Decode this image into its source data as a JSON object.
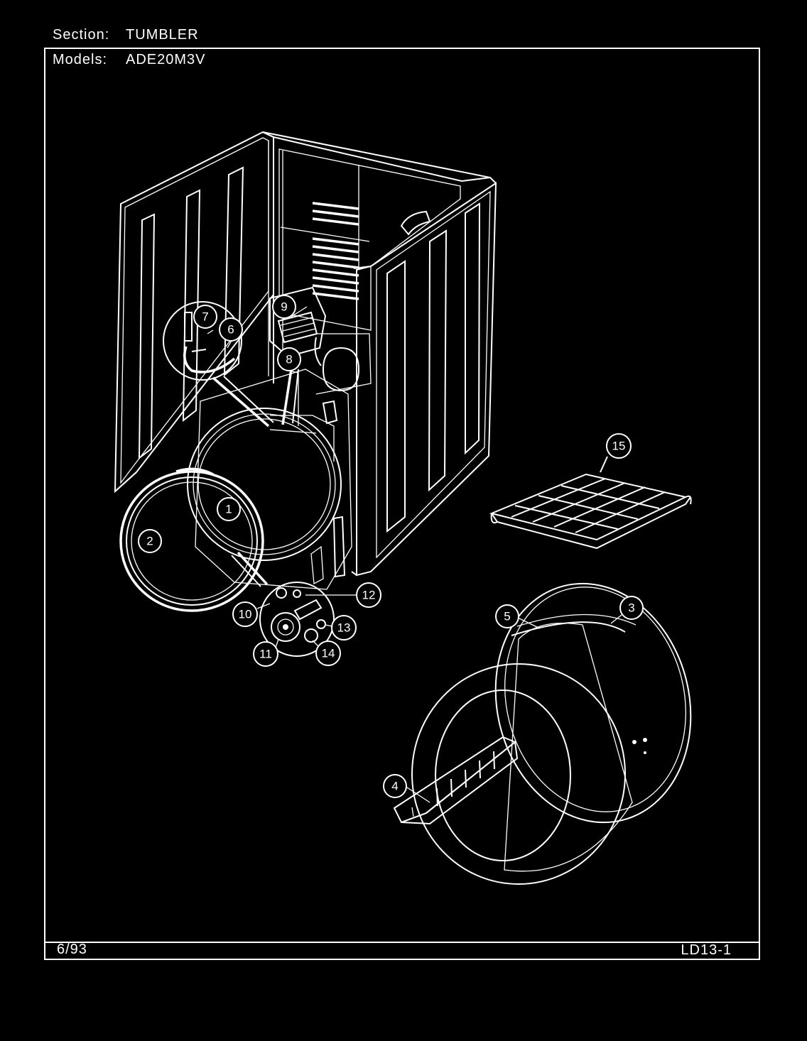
{
  "header": {
    "section_label": "Section:",
    "section_value": "TUMBLER",
    "models_label": "Models:",
    "models_value": "ADE20M3V"
  },
  "footer": {
    "date": "6/93",
    "page_code": "LD13-1"
  },
  "callouts": [
    "1",
    "2",
    "3",
    "4",
    "5",
    "6",
    "7",
    "8",
    "9",
    "10",
    "11",
    "12",
    "13",
    "14",
    "15"
  ],
  "colors": {
    "background": "#000000",
    "line": "#ffffff"
  }
}
